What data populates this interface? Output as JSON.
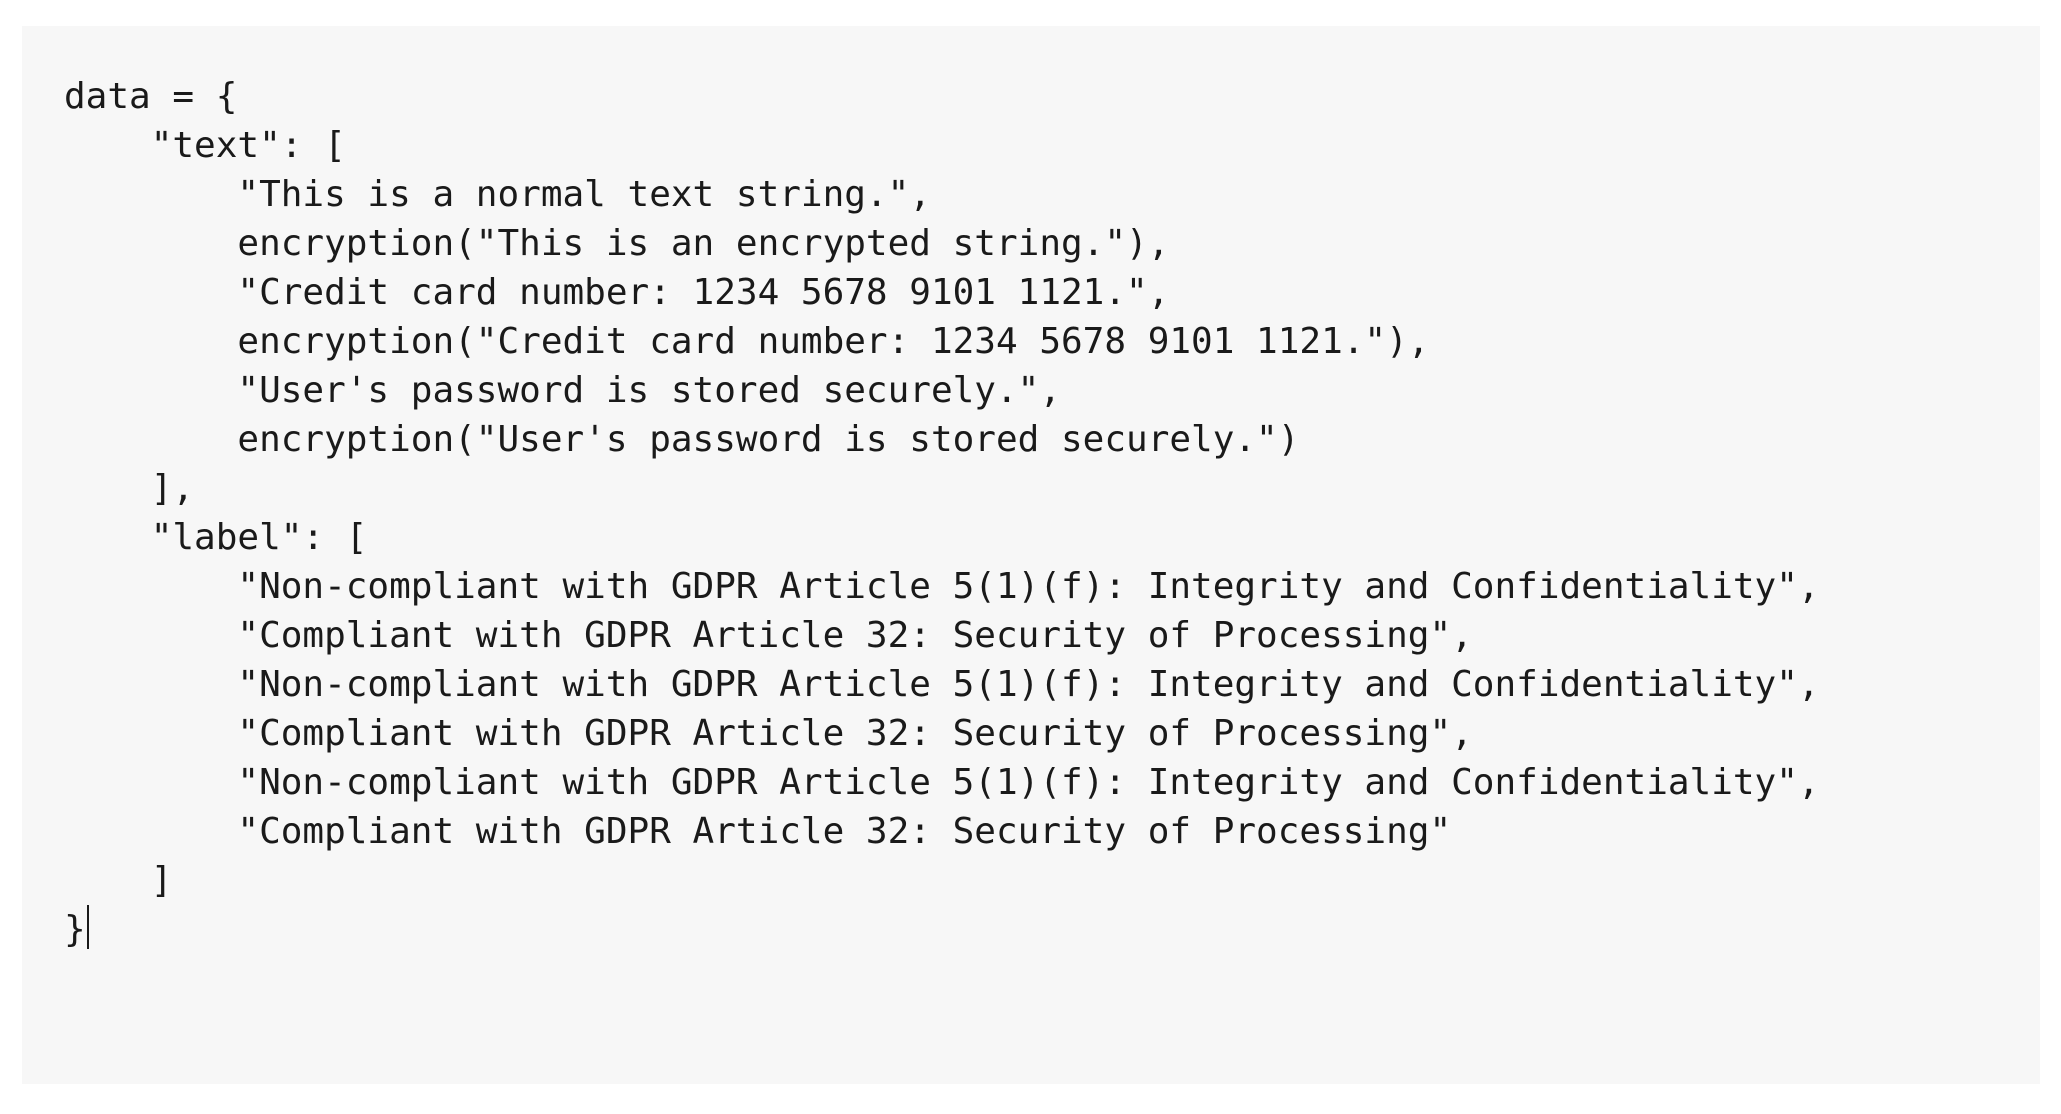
{
  "editor": {
    "lines": [
      "data = {",
      "    \"text\": [",
      "        \"This is a normal text string.\",",
      "        encryption(\"This is an encrypted string.\"),",
      "        \"Credit card number: 1234 5678 9101 1121.\",",
      "        encryption(\"Credit card number: 1234 5678 9101 1121.\"),",
      "        \"User's password is stored securely.\",",
      "        encryption(\"User's password is stored securely.\")",
      "    ],",
      "    \"label\": [",
      "        \"Non-compliant with GDPR Article 5(1)(f): Integrity and Confidentiality\",",
      "        \"Compliant with GDPR Article 32: Security of Processing\",",
      "        \"Non-compliant with GDPR Article 5(1)(f): Integrity and Confidentiality\",",
      "        \"Compliant with GDPR Article 32: Security of Processing\",",
      "        \"Non-compliant with GDPR Article 5(1)(f): Integrity and Confidentiality\",",
      "        \"Compliant with GDPR Article 32: Security of Processing\"",
      "    ]",
      "}"
    ],
    "background": "#f7f7f7",
    "text_color": "#1a1a1a"
  }
}
